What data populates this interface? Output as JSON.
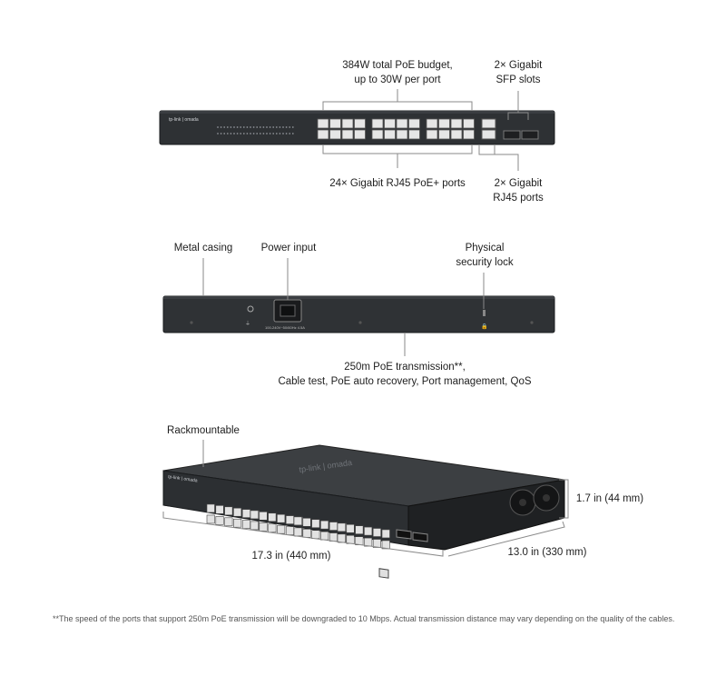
{
  "front": {
    "poe_budget": [
      "384W total PoE budget,",
      "up to 30W per port"
    ],
    "sfp": [
      "2× Gigabit",
      "SFP slots"
    ],
    "ports24": "24× Gigabit RJ45 PoE+ ports",
    "rj45": [
      "2× Gigabit",
      "RJ45 ports"
    ],
    "logo": "tp-link | omada"
  },
  "rear": {
    "metal": "Metal casing",
    "power": "Power input",
    "lock": [
      "Physical",
      "security lock"
    ],
    "features": [
      "250m PoE transmission**,",
      "Cable test, PoE auto recovery, Port management, QoS"
    ],
    "power_spec": "100-240V~50/60Hz 4.5A"
  },
  "iso": {
    "rack": "Rackmountable",
    "height": "1.7 in (44 mm)",
    "width": "17.3 in (440 mm)",
    "depth": "13.0  in (330 mm)",
    "logo": "tp-link | omada"
  },
  "footnote": "**The speed of the ports that support 250m PoE transmission will be downgraded to 10 Mbps. Actual transmission distance may vary depending on the quality of the cables.",
  "colors": {
    "chassis": "#2b2e31",
    "chassis_edge": "#1a1c1e",
    "port": "#e6e6e6",
    "line": "#8a8a8a"
  }
}
